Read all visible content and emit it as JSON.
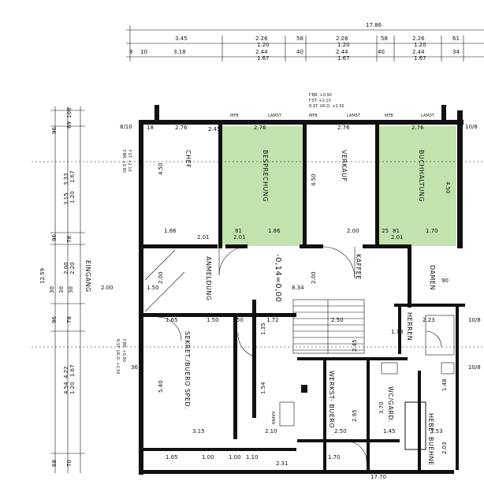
{
  "rooms": {
    "chef": "CHEF",
    "besprechung": "BESPRECHUNG",
    "verkauf": "VERKAUF",
    "buchhaltung": "BUCHHALTUNG",
    "eingang": "EINGANG",
    "anmeldung": "ANMELDUNG",
    "kaffee": "KAFFEE",
    "damen": "DAMEN",
    "herren": "HERREN",
    "sekret": "SEKRET./BUERO SPED.",
    "werkstbuero": "WERKST- BUERO",
    "wcgard": "WC/GARD.",
    "hebebuehne": "HEBE- BUEHNE",
    "level": "-0,14=0,00"
  },
  "colors": {
    "highlight": "#b9dea0",
    "ink": "#111111"
  },
  "dims": {
    "total_top": "17.86",
    "t1": "3.45",
    "t2": "2.26",
    "t3": "1.20",
    "t4": "58",
    "t5": "2.26",
    "t6": "1.20",
    "t7": "58",
    "t8": "2.26",
    "t9": "1.20",
    "t10": "61",
    "r2a": "8",
    "r2b": "10",
    "r2c": "3.18",
    "r2d": "2.44",
    "r2e": "1.67",
    "r2f": "40",
    "r2g": "2.44",
    "r2h": "1.67",
    "r2i": "40",
    "r2j": "2.44",
    "r2k": "1.67",
    "r2l": "34",
    "w276a": "2.76",
    "w276b": "2.76",
    "w276c": "2.76",
    "w276d": "2.76",
    "h450a": "4.50",
    "h450b": "4.50",
    "h450c": "4.50",
    "d186": "1.86",
    "d186b": "1.86",
    "d201a": "2.01",
    "d201b": "2.01",
    "d201c": "2.01",
    "d170": "1.70",
    "d81a": "81",
    "d81b": "81",
    "d25": "25",
    "d200a": "2.00",
    "d200b": "2.00",
    "d200c": "2.00",
    "d150": "1.50",
    "d834": "8.34",
    "d165a": "1.65",
    "d150b": "1.50",
    "d50": "50",
    "d172": "1.72",
    "d250a": "2.50",
    "d223": "2.23",
    "d540": "5.40",
    "d315": "3.15",
    "d210": "2.10",
    "d250b": "2.50",
    "d145": "1.45",
    "d153": "1.53",
    "d165b": "1.65",
    "d100a": "1.00",
    "d110": "1.10",
    "d100b": "1.00",
    "d231": "2.31",
    "d170b": "1.70",
    "d1770": "17.70",
    "d135": "1.35",
    "d154": "1.54",
    "d245": "2.45",
    "d295": "2.95",
    "d370": "3.70",
    "d148": "1.48",
    "d203": "2.03",
    "l96a": "96",
    "l69": "69",
    "l10": "10",
    "l8": "8",
    "l333": "3.33",
    "l167": "1.67",
    "l315": "3.15",
    "l120": "1.20",
    "l96b": "96",
    "l78": "78",
    "l220": "2.20",
    "l200": "2.00",
    "l1259": "12.59",
    "l30a": "30",
    "l30b": "30",
    "l30c": "30",
    "l96c": "96",
    "l78b": "78",
    "l422": "4.22",
    "l167b": "1.67",
    "l454": "4.54",
    "l120b": "1.20",
    "l68": "68",
    "l70": "70",
    "mfb": "MFB",
    "lamst": "LAMST",
    "fbr": "F.BR. +0.90",
    "fst": "F.ST. +2.10",
    "rst": "R.ST. UK.D. +2.50",
    "edge810": "8/10",
    "edge810b": "10/8",
    "edge810c": "10/8",
    "edge810d": "10/8",
    "edge36": "36",
    "edge18": "18",
    "kamin": "KAMIN",
    "d245b": "2.45",
    "d90": "90",
    "d118": "1.18",
    "d200d": "2.00"
  }
}
